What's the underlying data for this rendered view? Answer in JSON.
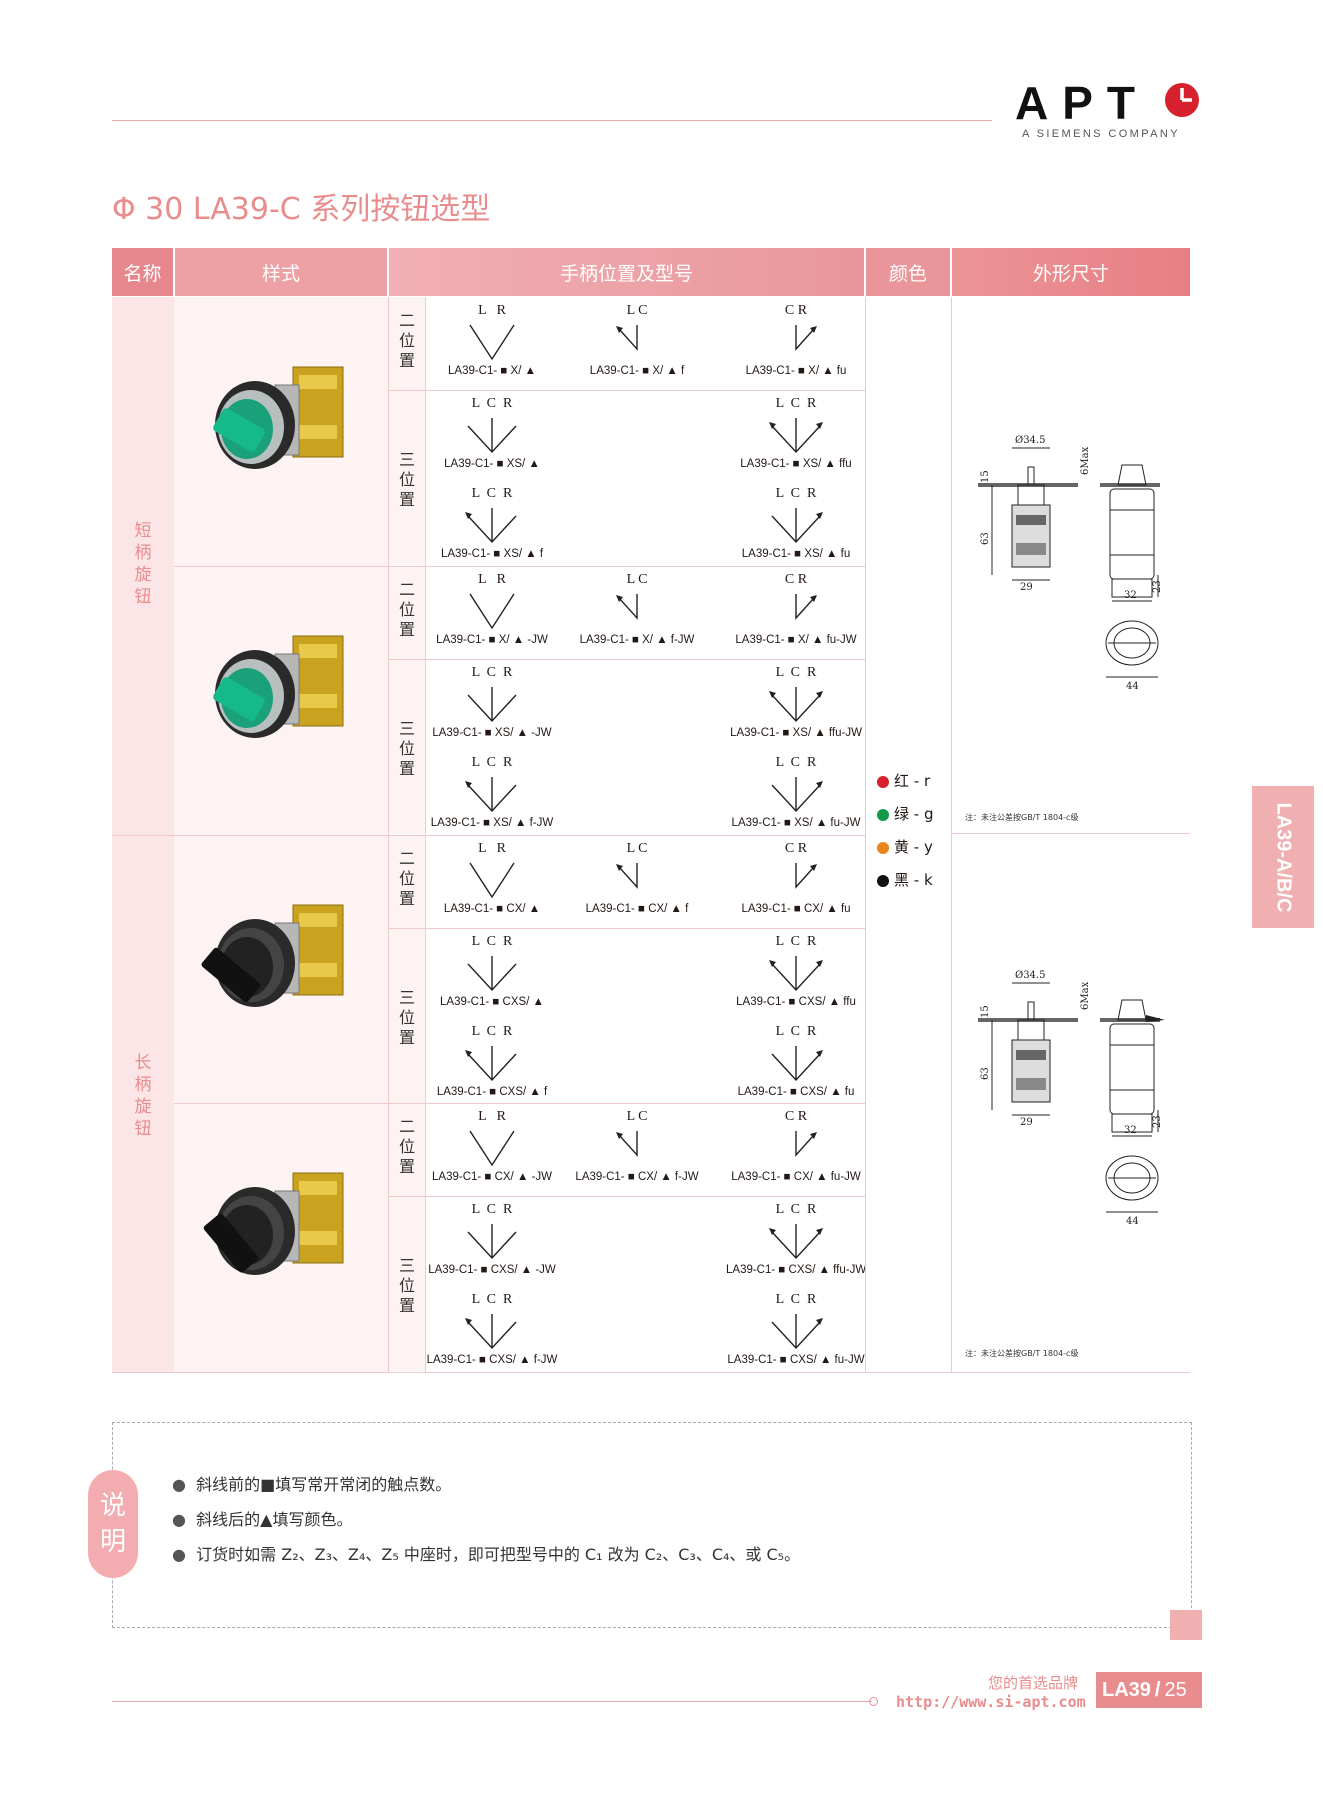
{
  "brand": {
    "logo": "APT",
    "tagline": "A SIEMENS COMPANY"
  },
  "title": "Φ 30 LA39-C 系列按钮选型",
  "table": {
    "headers": [
      "名称",
      "样式",
      "手柄位置及型号",
      "颜色",
      "外形尺寸"
    ],
    "groups": [
      "短柄旋钮",
      "长柄旋钮"
    ],
    "pos_two": "二位置",
    "pos_three": "三位置",
    "rows": [
      {
        "two": [
          {
            "letters": "L   R",
            "label": "LA39-C1- ■ X/ ▲"
          },
          {
            "letters": "L C",
            "label": "LA39-C1- ■ X/ ▲ f"
          },
          {
            "letters": "C R",
            "label": "LA39-C1- ■ X/ ▲ fu"
          }
        ],
        "three": [
          {
            "letters": "L  C  R",
            "label": "LA39-C1- ■ XS/ ▲"
          },
          {
            "letters": "L  C  R",
            "label": "LA39-C1- ■ XS/ ▲ ffu"
          },
          {
            "letters": "L  C  R",
            "label": "LA39-C1- ■ XS/ ▲ f"
          },
          {
            "letters": "L  C  R",
            "label": "LA39-C1- ■ XS/ ▲ fu"
          }
        ]
      },
      {
        "two": [
          {
            "letters": "L   R",
            "label": "LA39-C1- ■ X/ ▲ -JW"
          },
          {
            "letters": "L C",
            "label": "LA39-C1- ■ X/ ▲ f-JW"
          },
          {
            "letters": "C R",
            "label": "LA39-C1- ■ X/ ▲ fu-JW"
          }
        ],
        "three": [
          {
            "letters": "L  C  R",
            "label": "LA39-C1- ■ XS/ ▲ -JW"
          },
          {
            "letters": "L  C  R",
            "label": "LA39-C1- ■ XS/ ▲ ffu-JW"
          },
          {
            "letters": "L  C  R",
            "label": "LA39-C1- ■ XS/ ▲ f-JW"
          },
          {
            "letters": "L  C  R",
            "label": "LA39-C1- ■ XS/ ▲ fu-JW"
          }
        ]
      },
      {
        "two": [
          {
            "letters": "L   R",
            "label": "LA39-C1- ■ CX/ ▲"
          },
          {
            "letters": "L C",
            "label": "LA39-C1- ■ CX/ ▲ f"
          },
          {
            "letters": "C R",
            "label": "LA39-C1- ■ CX/ ▲ fu"
          }
        ],
        "three": [
          {
            "letters": "L  C  R",
            "label": "LA39-C1- ■ CXS/ ▲"
          },
          {
            "letters": "L  C  R",
            "label": "LA39-C1- ■ CXS/ ▲ ffu"
          },
          {
            "letters": "L  C  R",
            "label": "LA39-C1- ■ CXS/ ▲ f"
          },
          {
            "letters": "L  C  R",
            "label": "LA39-C1- ■ CXS/ ▲ fu"
          }
        ]
      },
      {
        "two": [
          {
            "letters": "L   R",
            "label": "LA39-C1- ■ CX/ ▲ -JW"
          },
          {
            "letters": "L C",
            "label": "LA39-C1- ■ CX/ ▲ f-JW"
          },
          {
            "letters": "C R",
            "label": "LA39-C1- ■ CX/ ▲ fu-JW"
          }
        ],
        "three": [
          {
            "letters": "L  C  R",
            "label": "LA39-C1- ■ CXS/ ▲ -JW"
          },
          {
            "letters": "L  C  R",
            "label": "LA39-C1- ■ CXS/ ▲ ffu-JW"
          },
          {
            "letters": "L  C  R",
            "label": "LA39-C1- ■ CXS/ ▲ f-JW"
          },
          {
            "letters": "L  C  R",
            "label": "LA39-C1- ■ CXS/ ▲ fu-JW"
          }
        ]
      }
    ],
    "colors": [
      {
        "label": "红 - r",
        "hex": "#d6202e"
      },
      {
        "label": "绿 - g",
        "hex": "#119a48"
      },
      {
        "label": "黄 - y",
        "hex": "#e8861e"
      },
      {
        "label": "黑 - k",
        "hex": "#111111"
      }
    ],
    "dimensions": {
      "d1": "Ø34.5",
      "d2": "6Max",
      "d3": "15",
      "d4": "63",
      "d5": "29",
      "d6": "23",
      "d7": "32",
      "d8": "44"
    },
    "dim_note": "注：未注公差按GB/T 1804-c级"
  },
  "side_tab": "LA39-A/B/C",
  "notes": {
    "badge": "说明",
    "items": [
      "斜线前的■填写常开常闭的触点数。",
      "斜线后的▲填写颜色。",
      "订货时如需 Z₂、Z₃、Z₄、Z₅ 中座时，即可把型号中的 C₁ 改为 C₂、C₃、C₄、或 C₅。"
    ]
  },
  "footer": {
    "slogan": "您的首选品牌",
    "url": "http://www.si-apt.com",
    "series": "LA39",
    "sep": "/",
    "page": "25"
  }
}
